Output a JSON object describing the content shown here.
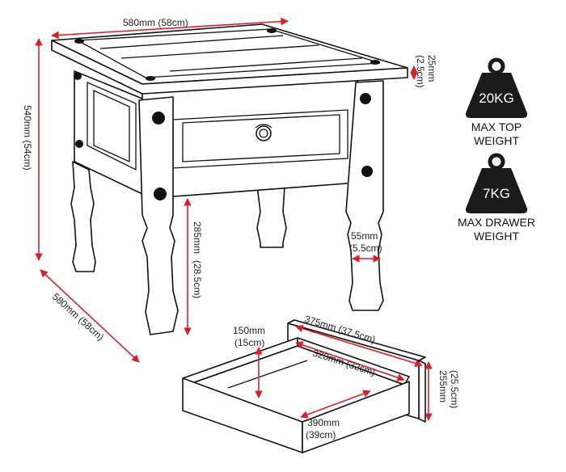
{
  "colors": {
    "dimension_line": "#d6202a",
    "outline": "#111111",
    "badge": "#1a1a1a"
  },
  "dimensions": {
    "top_width": "580mm (58cm)",
    "top_thickness_mm": "25mm",
    "top_thickness_cm": "(2.5cm)",
    "height": "540mm (54cm)",
    "depth": "580mm (58cm)",
    "under_drawer_mm": "285mm",
    "under_drawer_cm": "(28.5cm)",
    "leg_mm": "55mm",
    "leg_cm": "(5.5cm)",
    "drawer_height_mm": "150mm",
    "drawer_height_cm": "(15cm)",
    "drawer_depth_outer": "375mm (37.5cm)",
    "drawer_depth_inner": "320mm (32cm)",
    "drawer_width_mm": "390mm",
    "drawer_width_cm": "(39cm)",
    "drawer_front_mm": "255mm",
    "drawer_front_cm": "(25.5cm)"
  },
  "weights": [
    {
      "value": "20KG",
      "caption_line1": "MAX TOP",
      "caption_line2": "WEIGHT",
      "icon": "weight-icon"
    },
    {
      "value": "7KG",
      "caption_line1": "MAX DRAWER",
      "caption_line2": "WEIGHT",
      "icon": "weight-icon"
    }
  ]
}
